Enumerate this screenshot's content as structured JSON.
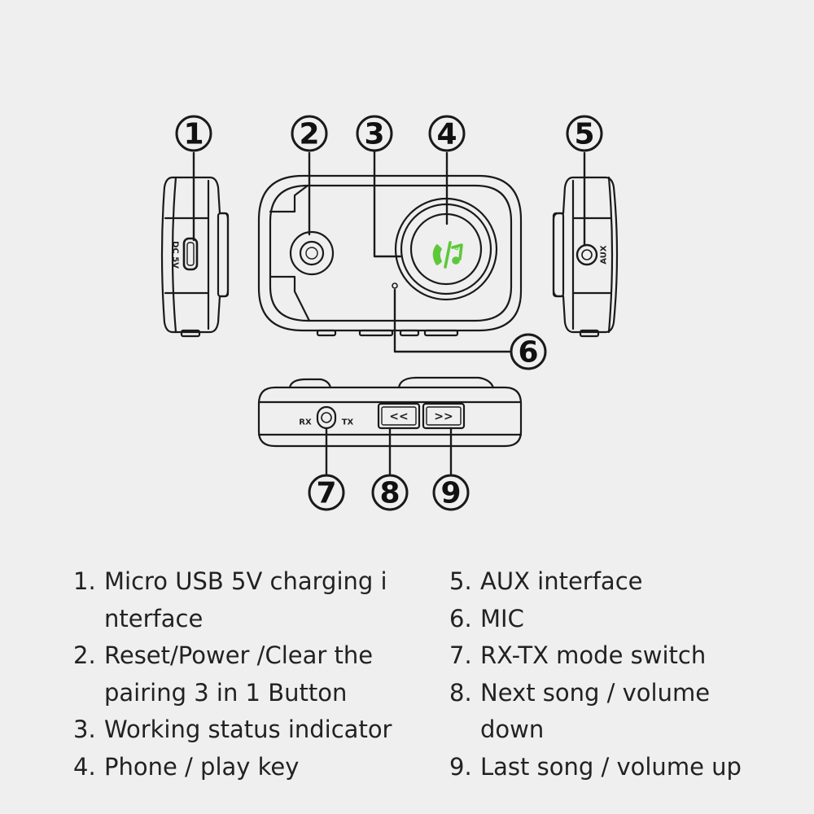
{
  "callouts": [
    "1",
    "2",
    "3",
    "4",
    "5",
    "6",
    "7",
    "8",
    "9"
  ],
  "device_labels": {
    "usb": "DC 5V",
    "aux": "AUX",
    "rx": "RX",
    "tx": "TX",
    "prev": "<<",
    "next": ">>"
  },
  "icons": {
    "phone_play": "phone-music-icon",
    "phone_play_color": "#5ec83a"
  },
  "legend": {
    "left": [
      {
        "num": "1.",
        "text": "Micro USB 5V charging i\nnterface"
      },
      {
        "num": "2.",
        "text": "Reset/Power /Clear the\npairing  3 in 1  Button"
      },
      {
        "num": "3.",
        "text": "Working status indicator"
      },
      {
        "num": "4.",
        "text": "Phone / play key"
      }
    ],
    "right": [
      {
        "num": "5.",
        "text": "AUX interface"
      },
      {
        "num": "6.",
        "text": "MIC"
      },
      {
        "num": "7.",
        "text": "RX-TX mode switch"
      },
      {
        "num": "8.",
        "text": "Next song / volume\ndown"
      },
      {
        "num": "9.",
        "text": "Last song / volume up"
      }
    ]
  }
}
